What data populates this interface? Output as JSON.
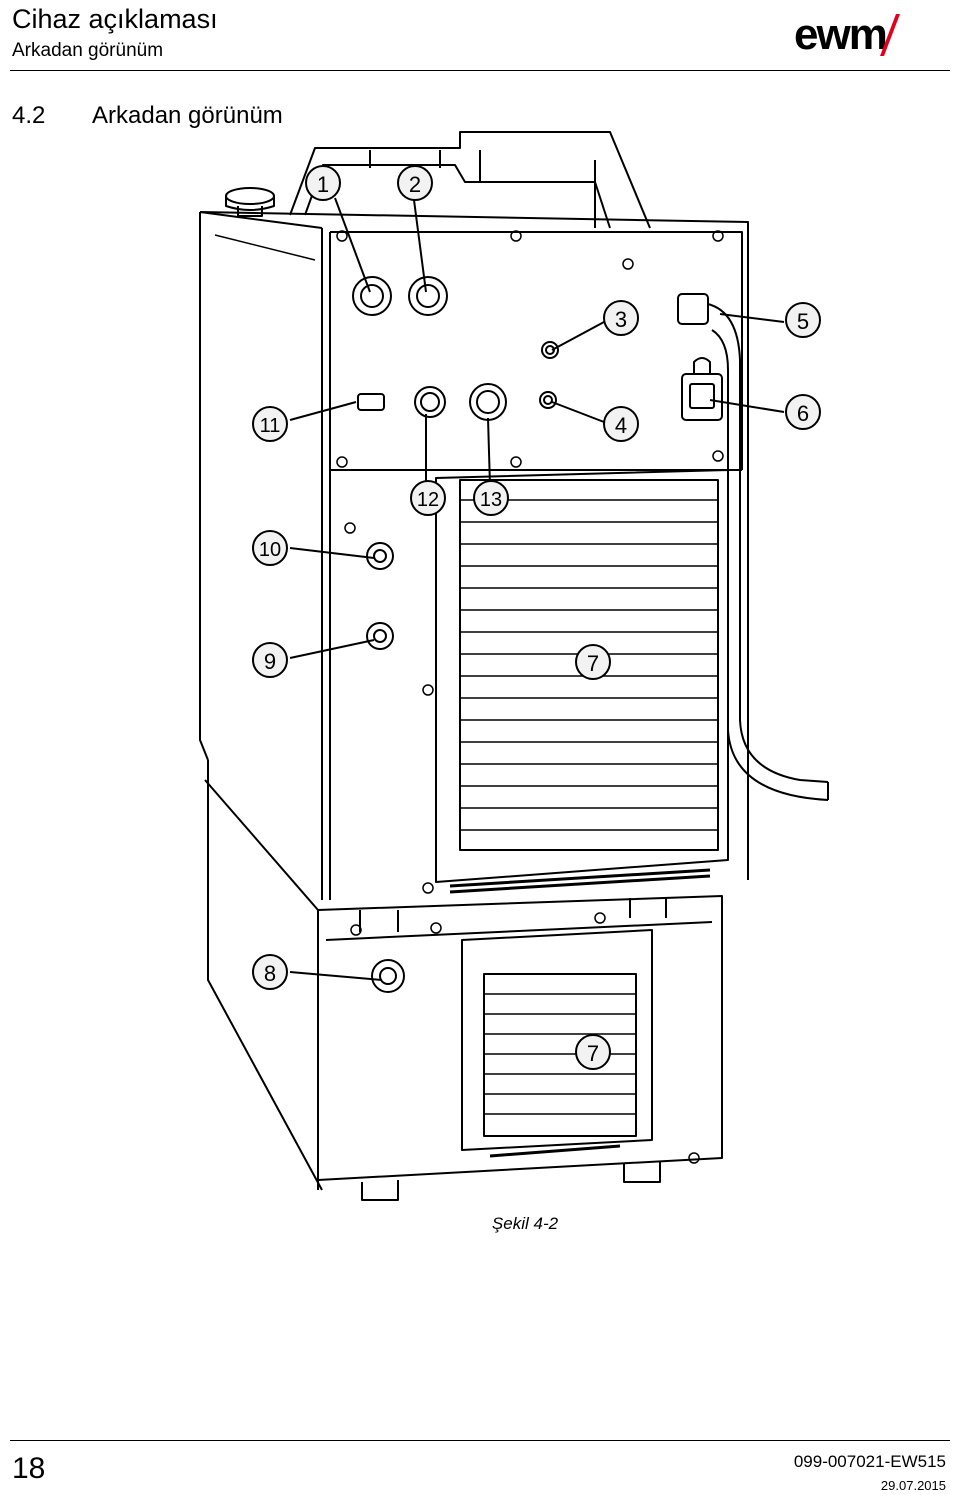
{
  "header": {
    "title": "Cihaz açıklaması",
    "subtitle": "Arkadan görünüm",
    "logo_text": "ewm"
  },
  "section": {
    "number": "4.2",
    "title": "Arkadan görünüm"
  },
  "figure": {
    "callouts": [
      "1",
      "2",
      "3",
      "4",
      "5",
      "6",
      "7",
      "8",
      "9",
      "10",
      "11",
      "12",
      "13",
      "7"
    ],
    "caption": "Şekil 4-2"
  },
  "footer": {
    "page_number": "18",
    "doc_number": "099-007021-EW515",
    "date": "29.07.2015"
  },
  "colors": {
    "ink": "#000000",
    "logo_accent": "#e2001a",
    "callout_fill": "#f2f2f2"
  }
}
